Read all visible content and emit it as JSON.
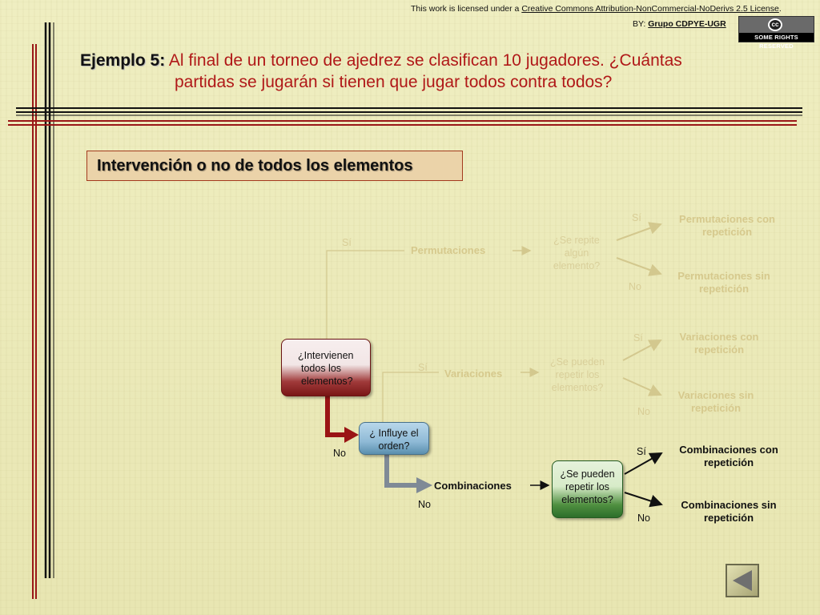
{
  "license": {
    "prefix": "This work is licensed under a ",
    "link_text": "Creative Commons Attribution-NonCommercial-NoDerivs 2.5 License",
    "suffix": ".",
    "by_label": "BY: ",
    "by_name": "Grupo CDPYE-UGR",
    "badge_top": "cc",
    "badge_text": "SOME RIGHTS RESERVED"
  },
  "title": {
    "label": "Ejemplo 5:",
    "line1": " Al final de un torneo de ajedrez se clasifican 10 jugadores. ¿Cuántas",
    "line2": "partidas se jugarán si tienen que jugar todos contra todos?"
  },
  "subtitle": "Intervención o no de todos los elementos",
  "flow": {
    "q1": {
      "line1": "¿Intervienen",
      "line2": "todos los",
      "line3": "elementos?"
    },
    "q2": {
      "line1": "¿ Influye el",
      "line2": "orden?"
    },
    "q3": {
      "line1": "¿Se pueden",
      "line2": "repetir los",
      "line3": "elementos?"
    },
    "q_perm": {
      "line1": "¿Se repite",
      "line2": "algún",
      "line3": "elemento?"
    },
    "q_var": {
      "line1": "¿Se pueden",
      "line2": "repetir los",
      "line3": "elementos?"
    },
    "permutaciones": "Permutaciones",
    "variaciones": "Variaciones",
    "combinaciones": "Combinaciones",
    "perm_con": {
      "line1": "Permutaciones con",
      "line2": "repetición"
    },
    "perm_sin": {
      "line1": "Permutaciones sin",
      "line2": "repetición"
    },
    "var_con": {
      "line1": "Variaciones con",
      "line2": "repetición"
    },
    "var_sin": {
      "line1": "Variaciones sin",
      "line2": "repetición"
    },
    "comb_con": {
      "line1": "Combinaciones con",
      "line2": "repetición"
    },
    "comb_sin": {
      "line1": "Combinaciones sin",
      "line2": "repetición"
    },
    "si": "Sí",
    "no": "No"
  },
  "icons": {
    "back": "back-arrow-icon",
    "license": "cc-license-icon"
  },
  "colors": {
    "q1": "#8a1c1c",
    "q2": "#5a8fae",
    "q3": "#2c6e2a",
    "title_red": "#b01818",
    "arrow_red": "#9a1414",
    "arrow_gray": "#7f8a96"
  }
}
